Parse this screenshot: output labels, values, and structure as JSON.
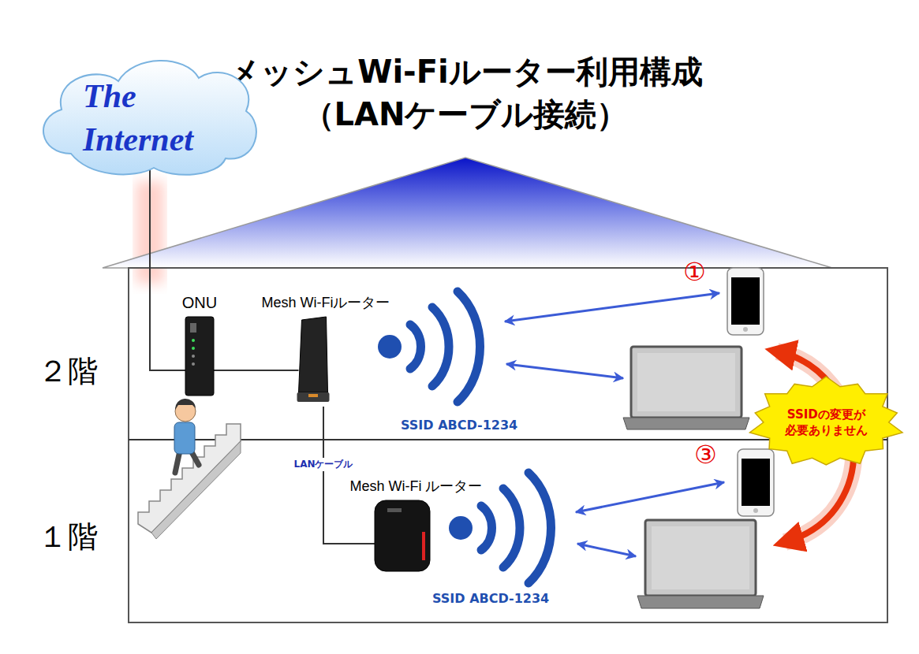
{
  "diagram": {
    "title": "メッシュWi-Fiルーター利用構成 （LANケーブル接続）",
    "nodes": [
      {
        "text": [
          "The Internet"
        ]
      },
      {
        "text": [
          "ONU"
        ]
      },
      {
        "text": [
          "Mesh Wi-Fiルーター"
        ]
      },
      {
        "text": [
          "SSIDの変更が 必要ありません"
        ]
      },
      {
        "text": [
          "Mesh Wi-Fi ルーター"
        ]
      }
    ],
    "edges": [
      {
        "from": 0,
        "to": 1,
        "arrow": "none"
      },
      {
        "from": 1,
        "to": 2,
        "arrow": "none"
      },
      {
        "from": 2,
        "to": 4,
        "label": "LANケーブル",
        "arrow": "none"
      }
    ],
    "labels": [
      "①",
      "２階",
      "SSID ABCD-1234",
      "③",
      "１階",
      "SSID ABCD-1234"
    ]
  }
}
